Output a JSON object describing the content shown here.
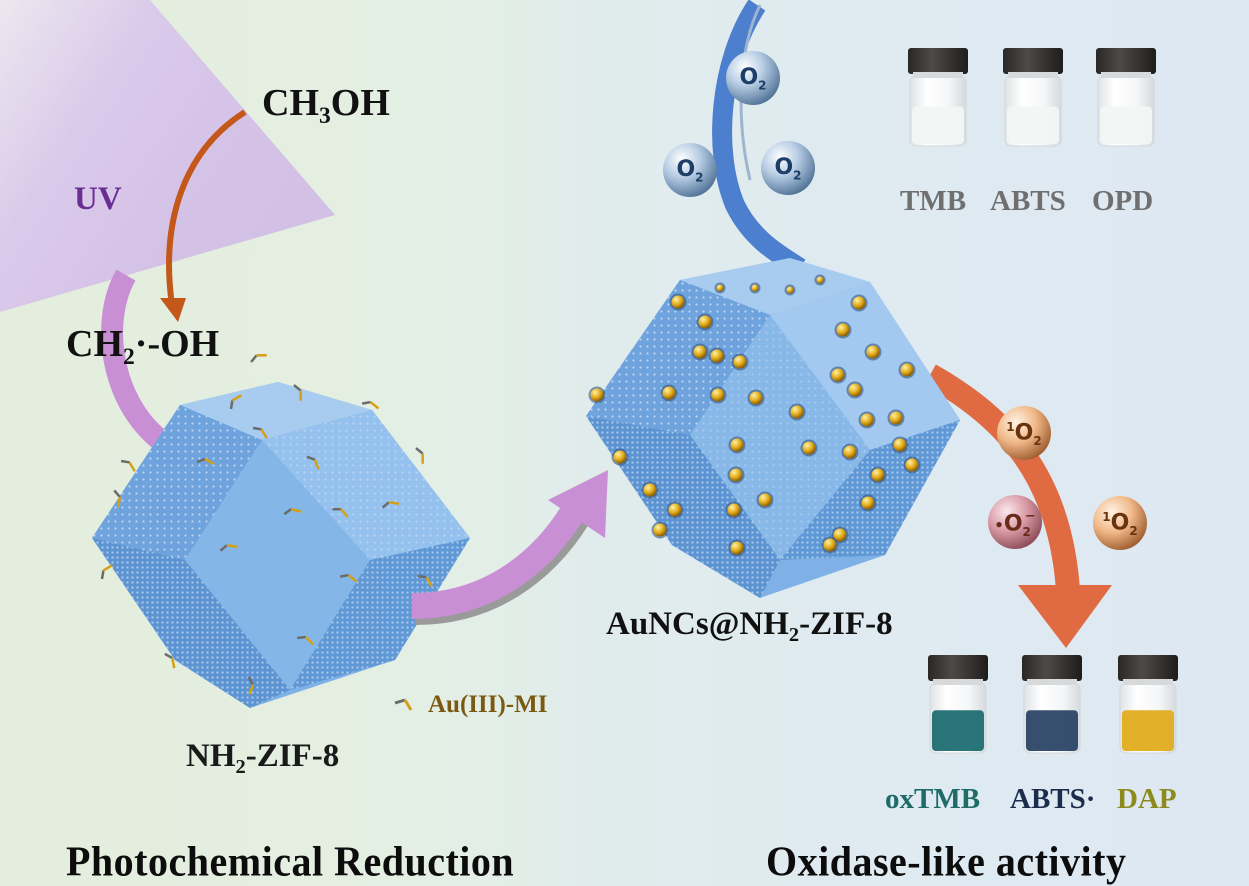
{
  "figure": {
    "left_panel": {
      "title": "Photochemical Reduction",
      "light_source_label": "UV",
      "reagent": {
        "main": "CH",
        "sub": "3",
        "tail": "OH"
      },
      "radical": {
        "main": "CH",
        "sub": "2",
        "tail": "·-OH"
      },
      "crystal_label": {
        "main": "NH",
        "sub": "2",
        "tail": "-ZIF-8"
      },
      "legend_label": "Au(III)-MI",
      "legend_icon": "ligand-stick-icon"
    },
    "right_panel": {
      "title": "Oxidase-like activity",
      "crystal_label": {
        "main": "AuNCs@NH",
        "sub": "2",
        "tail": "-ZIF-8"
      },
      "input_molecules": [
        {
          "main": "O",
          "sub": "2"
        },
        {
          "main": "O",
          "sub": "2"
        },
        {
          "main": "O",
          "sub": "2"
        }
      ],
      "output_species": [
        {
          "sup": "1",
          "main": "O",
          "sub": "2"
        },
        {
          "prefix": "•",
          "main": "O",
          "sub": "2",
          "sup": "−"
        },
        {
          "sup": "1",
          "main": "O",
          "sub": "2"
        }
      ],
      "substrates_before": [
        {
          "label": "TMB",
          "liquid_color": "#f3f5f5"
        },
        {
          "label": "ABTS",
          "liquid_color": "#f3f5f5"
        },
        {
          "label": "OPD",
          "liquid_color": "#f3f5f5"
        }
      ],
      "products_after": [
        {
          "label": "oxTMB",
          "liquid_color": "#1f6e73",
          "label_color": "#1f6b6a"
        },
        {
          "label": "ABTS·",
          "liquid_color": "#2c4667",
          "label_color": "#1b2c4d"
        },
        {
          "label": "DAP",
          "liquid_color": "#e0ad1e",
          "label_color": "#8d8a1e"
        }
      ]
    },
    "colors": {
      "uv_beam": "#c7a8e2",
      "reduction_arrow": "#c4571a",
      "transfer_arrow": "#c98fd4",
      "o2_arrow": "#4d7fcf",
      "ros_arrow": "#e06a42",
      "crystal": "#7fb1e6",
      "gold": "#e0a916"
    }
  }
}
